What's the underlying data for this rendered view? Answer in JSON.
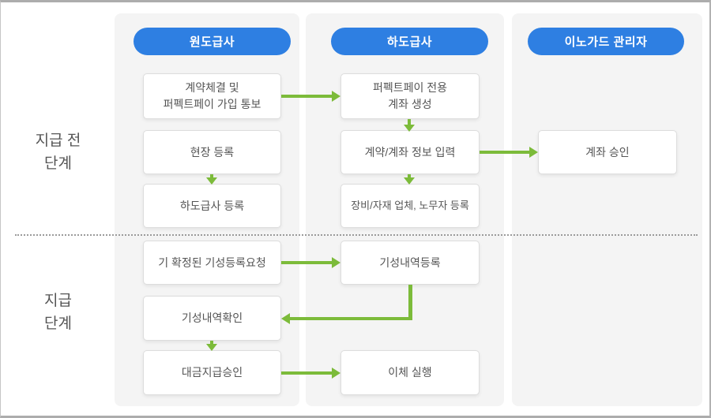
{
  "colors": {
    "header_blue": "#2e7fe2",
    "arrow_green": "#7cbb3a",
    "panel_gray": "#f4f4f4"
  },
  "stages": [
    {
      "label": "지급 전\n단계"
    },
    {
      "label": "지급\n단계"
    }
  ],
  "columns": [
    {
      "header": "원도급사"
    },
    {
      "header": "하도급사"
    },
    {
      "header": "이노가드 관리자"
    }
  ],
  "boxes": {
    "contract_notice": "계약체결 및\n퍼펙트페이 가입 통보",
    "site_register": "현장 등록",
    "subcontractor_register": "하도급사 등록",
    "confirmed_progress_request": "기 확정된 기성등록요청",
    "progress_confirm": "기성내역확인",
    "payment_approval": "대금지급승인",
    "dedicated_account": "퍼펙트페이 전용\n계좌 생성",
    "contract_account_input": "계약/계좌 정보 입력",
    "equipment_register": "장비/자재 업체, 노무자 등록",
    "progress_register": "기성내역등록",
    "transfer_execute": "이체 실행",
    "account_approval": "계좌 승인"
  }
}
